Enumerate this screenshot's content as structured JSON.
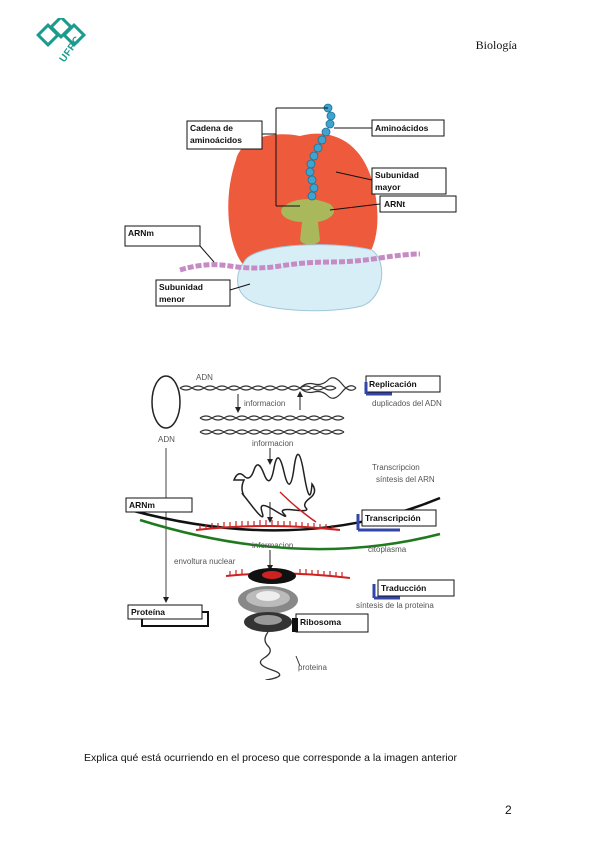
{
  "header": {
    "logo_text": "UFPC",
    "subject": "Biología"
  },
  "figure1": {
    "labels": {
      "cadena_line1": "Cadena de",
      "cadena_line2": "aminoácidos",
      "aminoacidos": "Aminoácidos",
      "subunidad_mayor_line1": "Subunidad",
      "subunidad_mayor_line2": "mayor",
      "arnt": "ARNt",
      "arnm": "ARNm",
      "subunidad_menor_line1": "Subunidad",
      "subunidad_menor_line2": "menor"
    }
  },
  "figure2": {
    "labels": {
      "adn_top": "ADN",
      "informacion_1": "informacion",
      "replicacion": "Replicación",
      "duplicados": "duplicados del ADN",
      "adn_left": "ADN",
      "informacion_2": "informacion",
      "transcripcion_gray": "Transcripcion",
      "sintesis_arn": "síntesis del ARN",
      "arnm": "ARNm",
      "transcripcion": "Transcripción",
      "informacion_3": "informacion",
      "envoltura": "envoltura nuclear",
      "citoplasma": "citoplasma",
      "traduccion": "Traducción",
      "sintesis_proteina": "síntesis de la proteina",
      "proteina_box": "Proteína",
      "ribosoma": "Ribosoma",
      "proteina_gray": "proteina"
    }
  },
  "question": "Explica qué está ocurriendo en el proceso que corresponde a la imagen anterior",
  "page_number": "2",
  "colors": {
    "logo": "#1a9b8c",
    "ribosome_large": "#ee5a3c",
    "ribosome_small": "#d8eef6",
    "trna": "#a8b85a",
    "amino": "#3fa3cf",
    "mrna": "#d9a8d8",
    "red_rna": "#cc2222",
    "envelope": "#1f7a1f",
    "blue_bar": "#3344aa"
  }
}
